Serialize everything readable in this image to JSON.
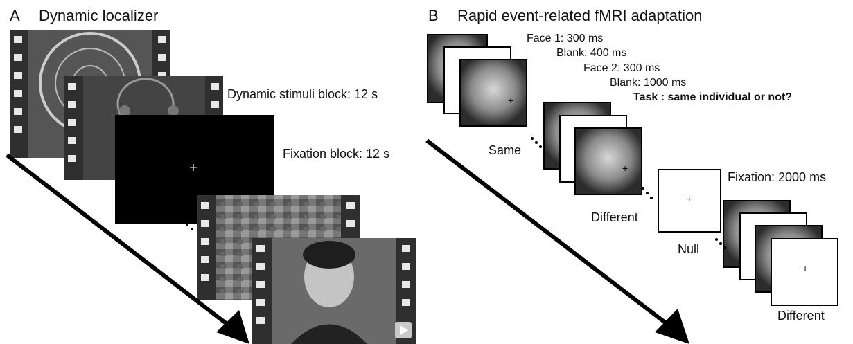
{
  "panel_a": {
    "letter": "A",
    "title": "Dynamic localizer",
    "labels": {
      "dynamic_block": "Dynamic stimuli block: 12 s",
      "fixation_block": "Fixation block: 12 s"
    },
    "fixation_symbol": "+"
  },
  "panel_b": {
    "letter": "B",
    "title": "Rapid event-related fMRI adaptation",
    "timing": {
      "face1": "Face 1: 300 ms",
      "blank1": "Blank: 400 ms",
      "face2": "Face 2: 300 ms",
      "blank2": "Blank: 1000 ms"
    },
    "task": "Task : same individual or not?",
    "conditions": {
      "same": "Same",
      "different1": "Different",
      "null": "Null",
      "different2": "Different"
    },
    "fixation": "Fixation: 2000 ms",
    "fixation_symbol": "+"
  },
  "colors": {
    "frame": "#000000",
    "filmstrip": "#3a3a3a",
    "sprocket": "#e8e8e8",
    "face_gray": "#9a9a9a",
    "fixation_screen": "#000000"
  }
}
